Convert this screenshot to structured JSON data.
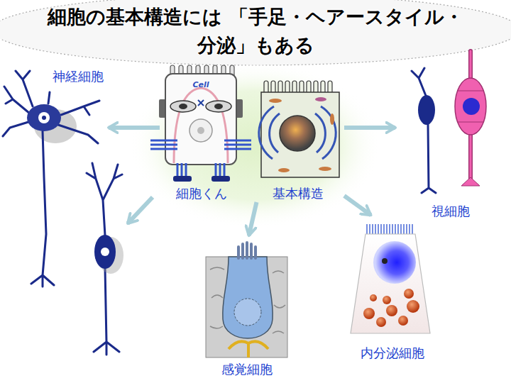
{
  "diagram": {
    "title": "細胞の基本構造には 「手足・ヘアースタイル・分泌」もある",
    "nodes": [
      {
        "text": [
          "細胞くん"
        ]
      },
      {
        "text": [
          "基本構造"
        ]
      },
      {
        "text": [
          "神経細胞"
        ]
      },
      {
        "text": [
          "視細胞"
        ]
      },
      {
        "text": [
          "感覚細胞"
        ]
      },
      {
        "text": [
          "内分泌細胞"
        ]
      }
    ],
    "edges": [
      {
        "from": 0,
        "to": 2,
        "arrow": "to"
      },
      {
        "from": 1,
        "to": 3,
        "arrow": "to"
      },
      {
        "from": 1,
        "to": 4,
        "arrow": "to"
      },
      {
        "from": 1,
        "to": 5,
        "arrow": "to"
      }
    ],
    "labels": [
      "Cell"
    ]
  }
}
